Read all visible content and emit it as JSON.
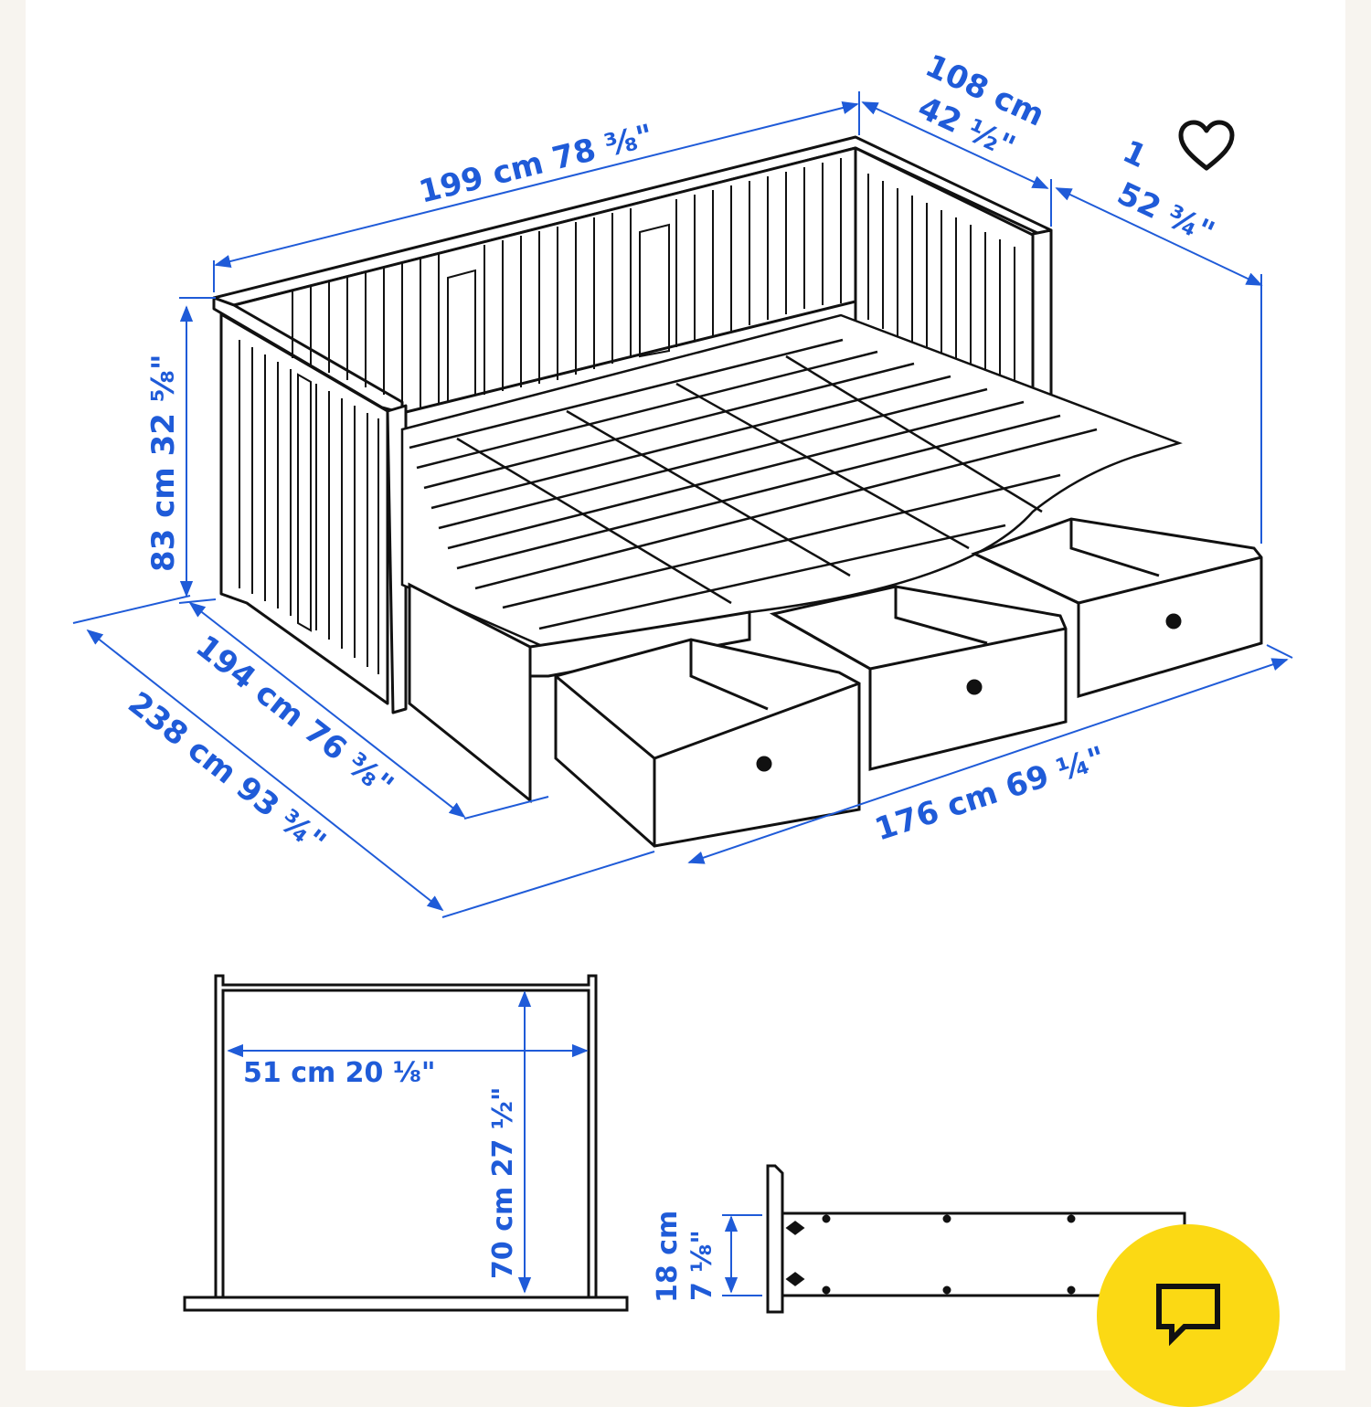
{
  "colors": {
    "dimension": "#1f5bd8",
    "line": "#111111",
    "chat_button": "#fbd914",
    "background": "#ffffff"
  },
  "dimensions": {
    "length_back": "199 cm 78 ⅜\"",
    "depth_cm": "108 cm",
    "depth_in": "42 ½\"",
    "extended_top_cm": "1",
    "extended_top_in": "52 ¾\"",
    "height": "83 cm 32 ⅝\"",
    "inner_length": "194 cm 76 ⅜\"",
    "total_length": "238 cm 93 ¾\"",
    "drawer_span": "176 cm 69 ¼\"",
    "drawer_width": "51 cm 20 ⅛\"",
    "drawer_depth": "70 cm 27 ½\"",
    "drawer_height_cm": "18 cm",
    "drawer_height_in": "7 ⅛\""
  },
  "icons": {
    "favorite": "heart-icon",
    "chat": "chat-bubble-icon"
  }
}
